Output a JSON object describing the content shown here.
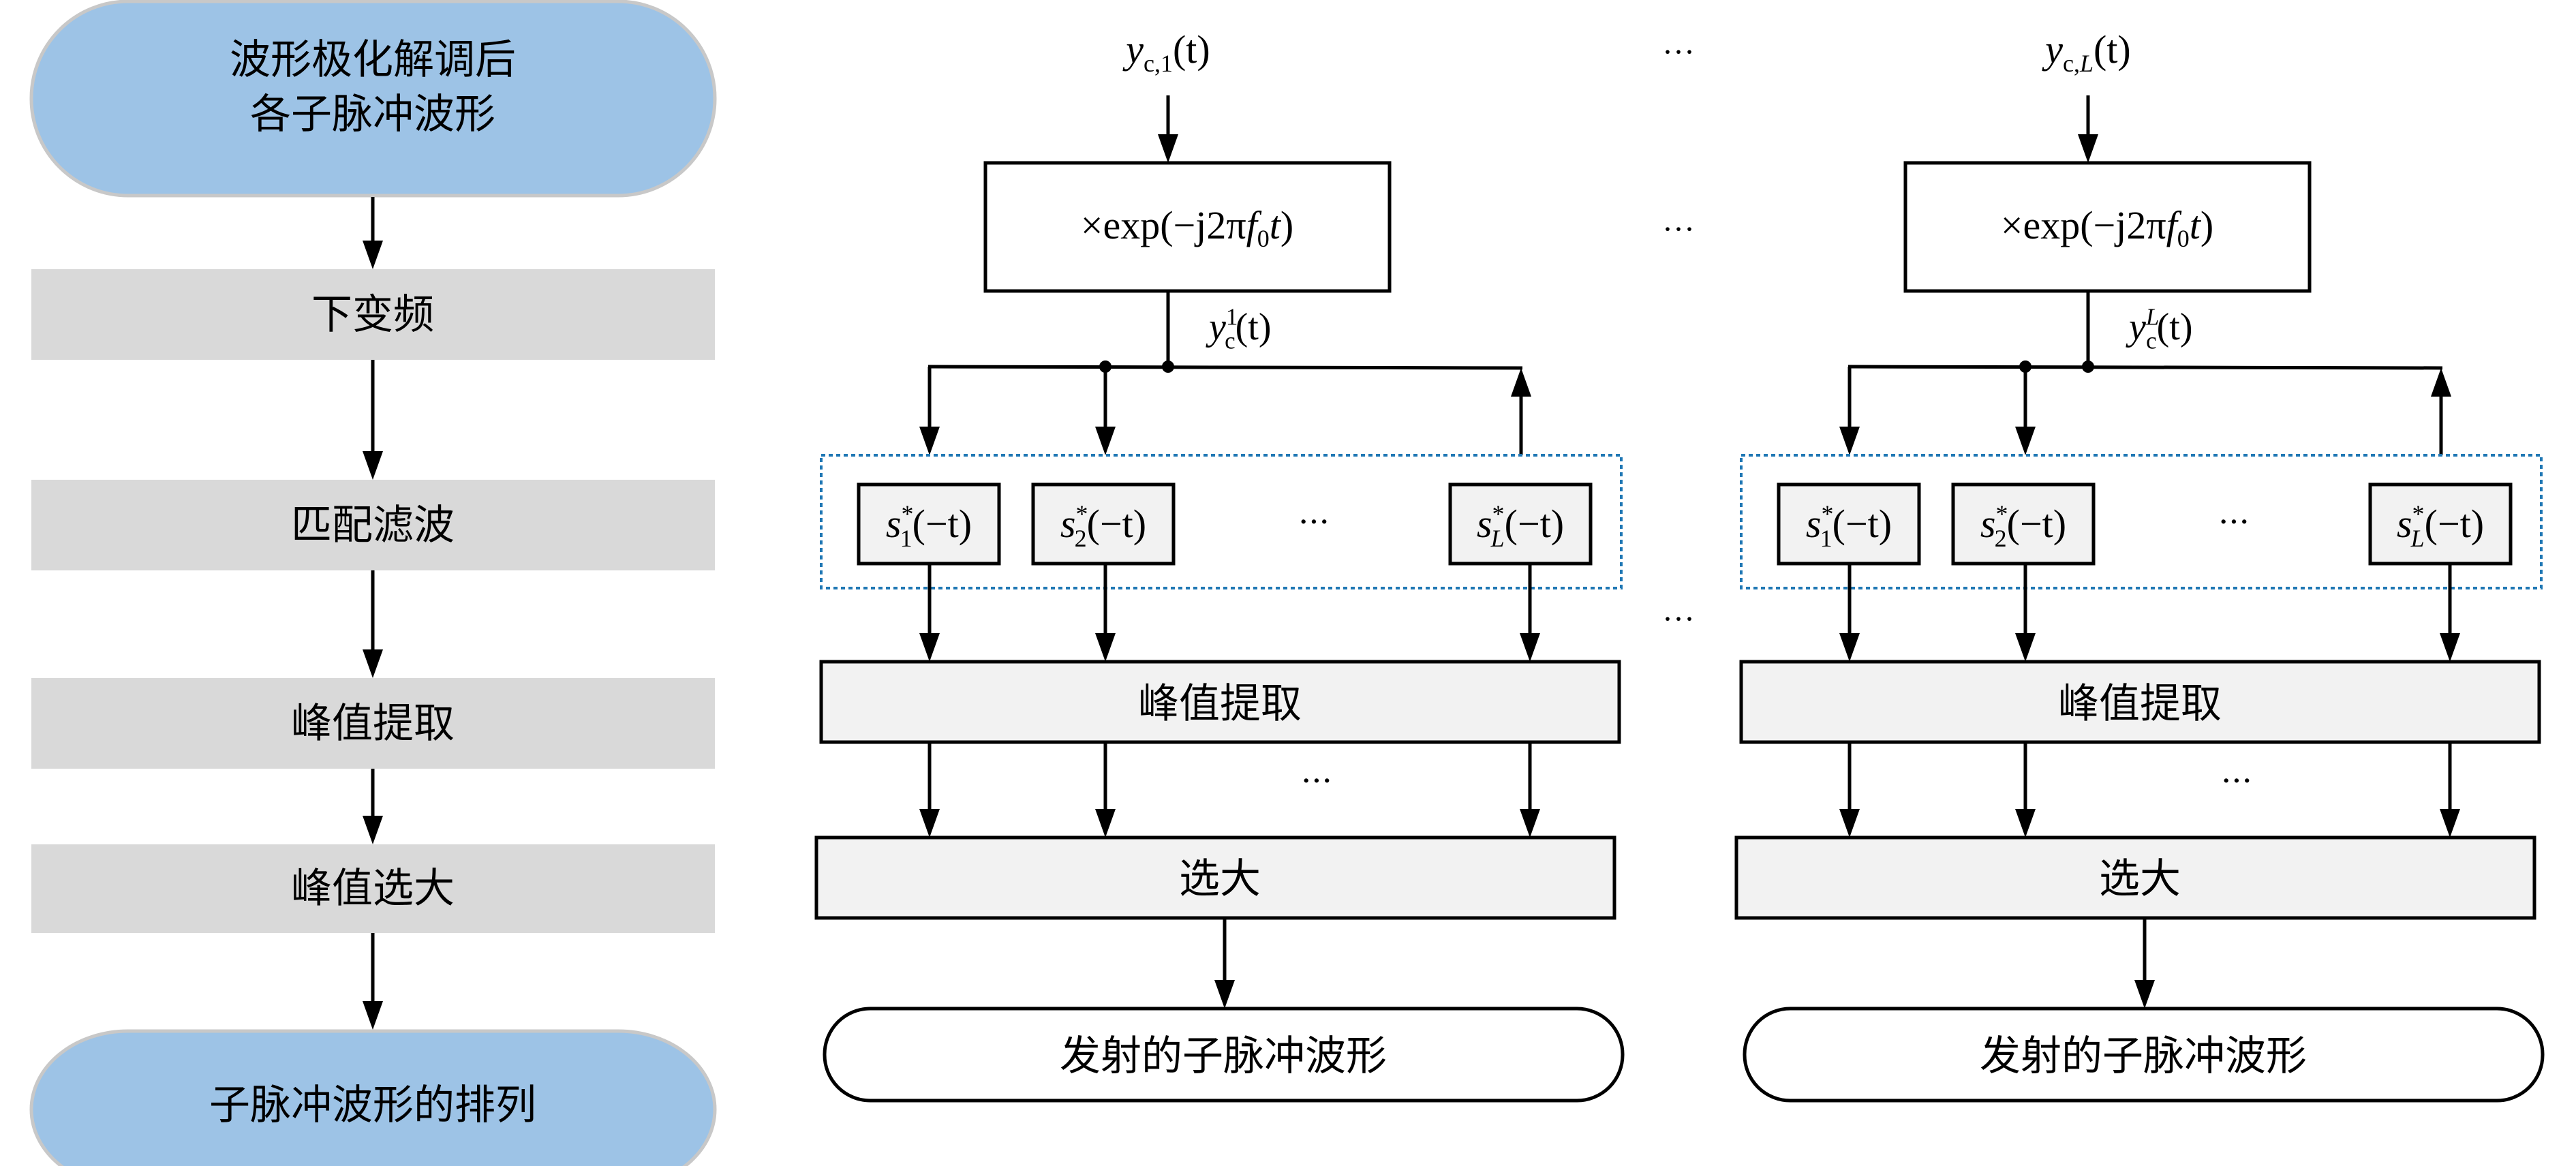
{
  "colors": {
    "left_terminal_fill": "#9dc3e6",
    "left_terminal_stroke": "#c8c8c8",
    "left_process_fill": "#d9d9d9",
    "right_box_fill": "#f2f2f2",
    "filter_group_border": "#1f77b4",
    "line": "#000000"
  },
  "left_flow": {
    "start": [
      "波形极化解调后",
      "各子脉冲波形"
    ],
    "steps": [
      "下变频",
      "匹配滤波",
      "峰值提取",
      "峰值选大"
    ],
    "end": "子脉冲波形的排列"
  },
  "ellipsis": "···",
  "branches": [
    {
      "input": {
        "base": "y",
        "sub": "c,1",
        "arg": "(t)"
      },
      "mixer": {
        "prefix": "×exp(−j2π",
        "f": "f",
        "f_sub": "0",
        "suffix": "t)"
      },
      "mixed": {
        "base": "y",
        "sup": "1",
        "sub": "c",
        "arg": "(t)"
      },
      "filters": [
        {
          "base": "s",
          "sup": "*",
          "sub": "1",
          "arg": "(−t)"
        },
        {
          "base": "s",
          "sup": "*",
          "sub": "2",
          "arg": "(−t)"
        },
        {
          "base": "s",
          "sup": "*",
          "sub": "L",
          "arg": "(−t)"
        }
      ],
      "peak_label": "峰值提取",
      "select_label": "选大",
      "output_label": "发射的子脉冲波形"
    },
    {
      "input": {
        "base": "y",
        "sub": "c,L",
        "arg": "(t)"
      },
      "mixer": {
        "prefix": "×exp(−j2π",
        "f": "f",
        "f_sub": "0",
        "suffix": "t)"
      },
      "mixed": {
        "base": "y",
        "sup": "L",
        "sub": "c",
        "arg": "(t)"
      },
      "filters": [
        {
          "base": "s",
          "sup": "*",
          "sub": "1",
          "arg": "(−t)"
        },
        {
          "base": "s",
          "sup": "*",
          "sub": "2",
          "arg": "(−t)"
        },
        {
          "base": "s",
          "sup": "*",
          "sub": "L",
          "arg": "(−t)"
        }
      ],
      "peak_label": "峰值提取",
      "select_label": "选大",
      "output_label": "发射的子脉冲波形"
    }
  ]
}
